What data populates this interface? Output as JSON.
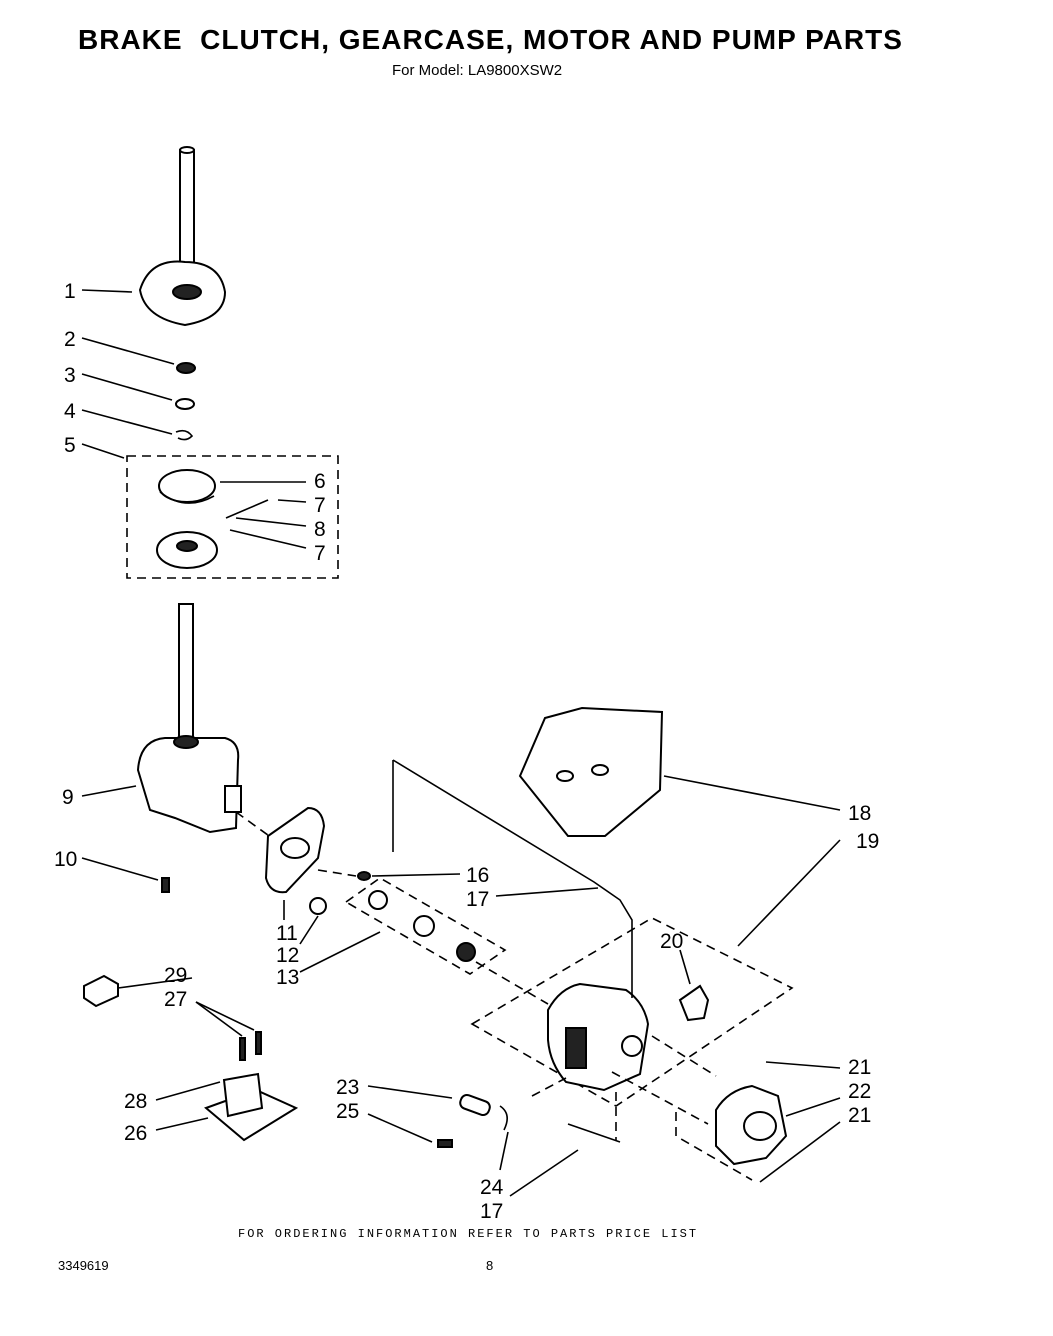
{
  "header": {
    "title": "BRAKE  CLUTCH, GEARCASE, MOTOR AND PUMP PARTS",
    "model": "For Model: LA9800XSW2"
  },
  "footer": {
    "ordering_note": "FOR ORDERING INFORMATION REFER TO PARTS PRICE LIST",
    "doc_number": "3349619",
    "page_number": "8"
  },
  "callouts": [
    {
      "id": "c1",
      "text": "1"
    },
    {
      "id": "c2",
      "text": "2"
    },
    {
      "id": "c3",
      "text": "3"
    },
    {
      "id": "c4",
      "text": "4"
    },
    {
      "id": "c5",
      "text": "5"
    },
    {
      "id": "c6",
      "text": "6"
    },
    {
      "id": "c7a",
      "text": "7"
    },
    {
      "id": "c8",
      "text": "8"
    },
    {
      "id": "c7b",
      "text": "7"
    },
    {
      "id": "c9",
      "text": "9"
    },
    {
      "id": "c10",
      "text": "10"
    },
    {
      "id": "c11",
      "text": "11"
    },
    {
      "id": "c12",
      "text": "12"
    },
    {
      "id": "c13",
      "text": "13"
    },
    {
      "id": "c16",
      "text": "16"
    },
    {
      "id": "c17a",
      "text": "17"
    },
    {
      "id": "c18",
      "text": "18"
    },
    {
      "id": "c19",
      "text": "19"
    },
    {
      "id": "c20",
      "text": "20"
    },
    {
      "id": "c21a",
      "text": "21"
    },
    {
      "id": "c22",
      "text": "22"
    },
    {
      "id": "c21b",
      "text": "21"
    },
    {
      "id": "c23",
      "text": "23"
    },
    {
      "id": "c25",
      "text": "25"
    },
    {
      "id": "c24",
      "text": "24"
    },
    {
      "id": "c17b",
      "text": "17"
    },
    {
      "id": "c29",
      "text": "29"
    },
    {
      "id": "c27",
      "text": "27"
    },
    {
      "id": "c28",
      "text": "28"
    },
    {
      "id": "c26",
      "text": "26"
    }
  ]
}
